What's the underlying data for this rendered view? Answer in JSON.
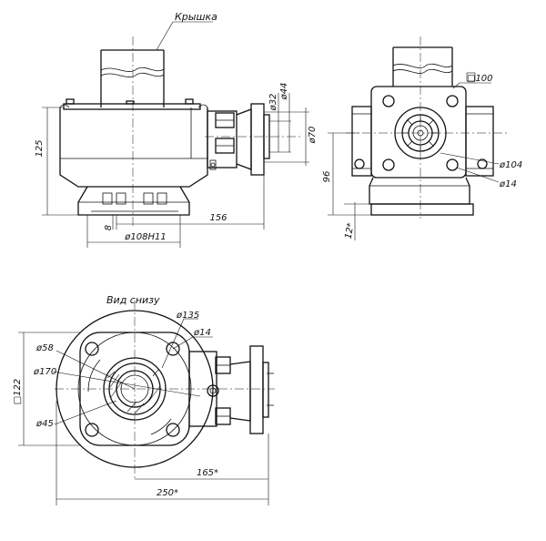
{
  "labels": {
    "cover": "Крышка",
    "bottom_view": "Вид снизу"
  },
  "dimensions": {
    "front": {
      "d32": "ø32",
      "d44": "ø44",
      "d70": "ø70",
      "h125": "125",
      "w8": "8",
      "w156": "156",
      "d108": "ø108H11"
    },
    "side": {
      "sq100": "□100",
      "h96": "96",
      "h12": "12*",
      "d104": "ø104",
      "d14": "ø14"
    },
    "bottom": {
      "d135": "ø135",
      "d14": "ø14",
      "d58": "ø58",
      "d170": "ø170",
      "d45": "ø45",
      "sq122": "□122",
      "w165": "165*",
      "w250": "250*"
    }
  }
}
